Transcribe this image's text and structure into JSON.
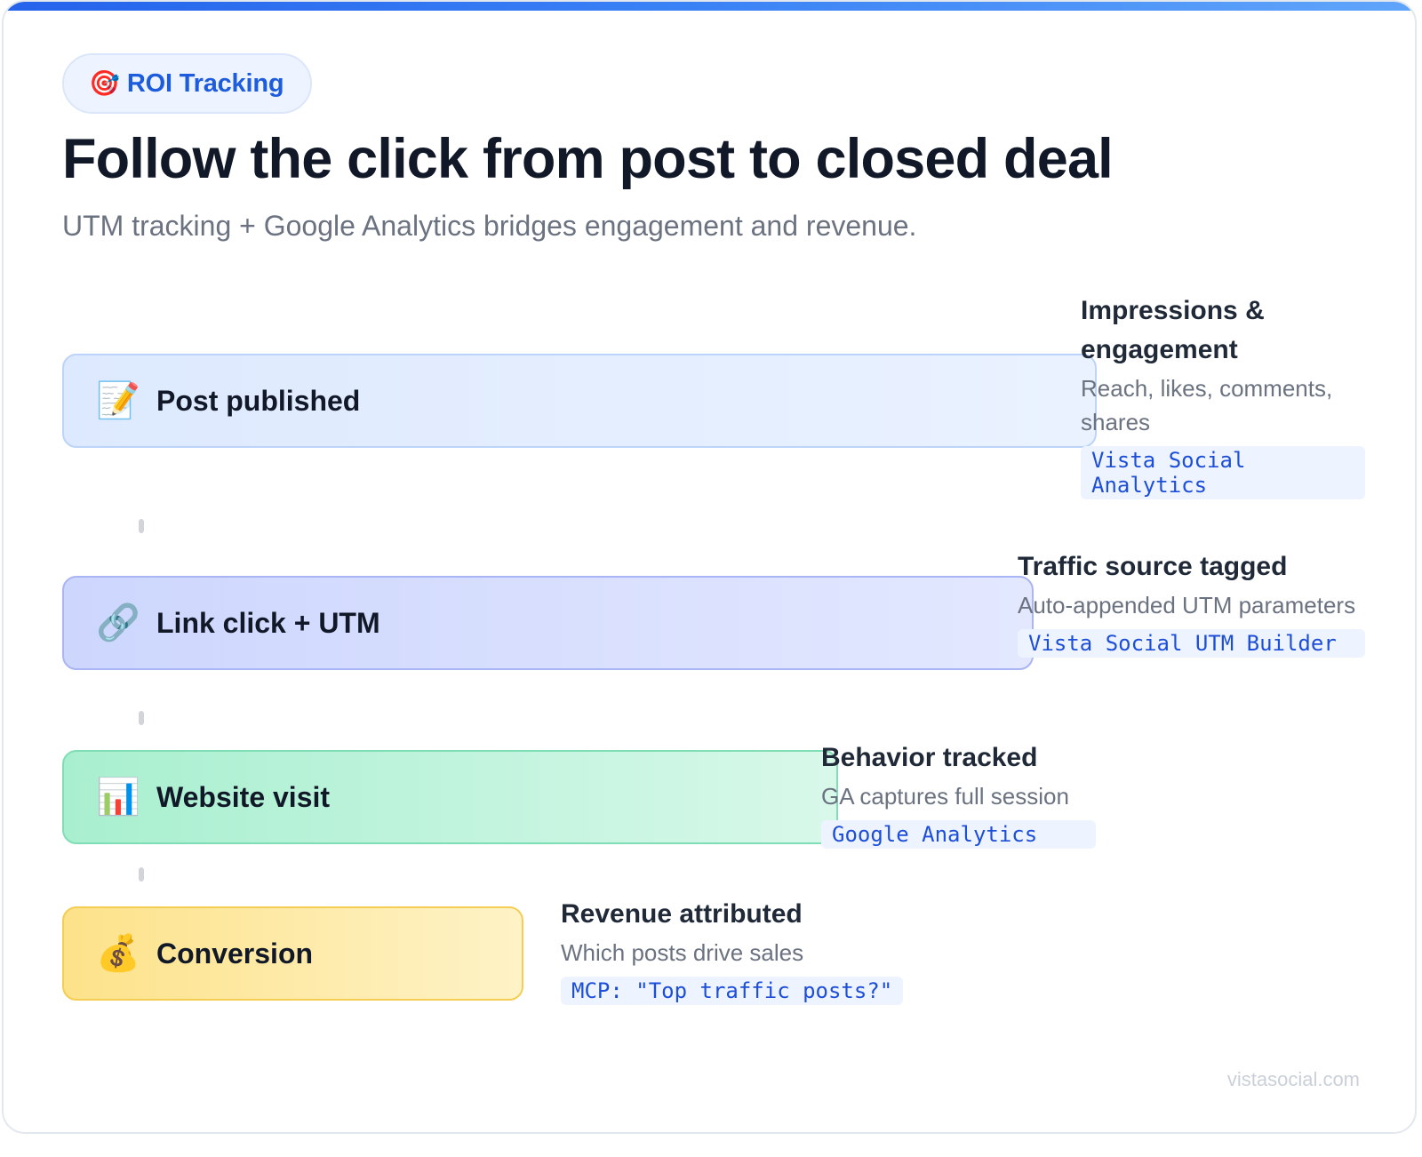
{
  "badge": {
    "icon": "🎯",
    "label": "ROI Tracking"
  },
  "title": "Follow the click from post to closed deal",
  "subtitle": "UTM tracking + Google Analytics bridges engagement and revenue.",
  "stages": [
    {
      "icon": "📝",
      "label": "Post published",
      "detail": {
        "heading": "Impressions & engagement",
        "description": "Reach, likes, comments, shares",
        "tag": "Vista Social Analytics"
      }
    },
    {
      "icon": "🔗",
      "label": "Link click + UTM",
      "detail": {
        "heading": "Traffic source tagged",
        "description": "Auto-appended UTM parameters",
        "tag": "Vista Social UTM Builder"
      }
    },
    {
      "icon": "📊",
      "label": "Website visit",
      "detail": {
        "heading": "Behavior tracked",
        "description": "GA captures full session",
        "tag": "Google Analytics"
      }
    },
    {
      "icon": "💰",
      "label": "Conversion",
      "detail": {
        "heading": "Revenue attributed",
        "description": "Which posts drive sales",
        "tag": "MCP: \"Top traffic posts?\""
      }
    }
  ],
  "footer": "vistasocial.com",
  "colors": {
    "accent": "#1d5cdc",
    "stage_1": "#dde9fe",
    "stage_2": "#cdd6fd",
    "stage_3": "#a8efcf",
    "stage_4": "#fde28a"
  }
}
